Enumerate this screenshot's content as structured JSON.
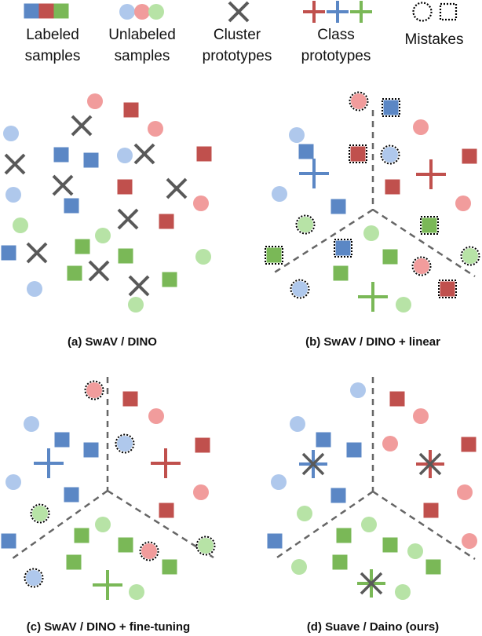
{
  "colors": {
    "blue": "#5b87c5",
    "red": "#c0504d",
    "green": "#7ab857",
    "blue_light": "#afc8ec",
    "red_light": "#f19c9c",
    "green_light": "#b7e3a6",
    "cluster": "#595959",
    "separator": "#666666",
    "mistake_outline": "#000000"
  },
  "legend": {
    "labeled": [
      "Labeled",
      "samples"
    ],
    "unlabeled": [
      "Unlabeled",
      "samples"
    ],
    "cluster": [
      "Cluster",
      "prototypes"
    ],
    "class": [
      "Class",
      "prototypes"
    ],
    "mistakes": "Mistakes"
  },
  "captions": {
    "a": "(a) SwAV / DINO",
    "b": "(b) SwAV / DINO + linear",
    "c": "(c) SwAV / DINO + fine-tuning",
    "d": "(d) Suave / Daino (ours)"
  },
  "panels": {
    "a": {
      "separator": false,
      "prototype_style": "none",
      "show_clusters": true,
      "mistakes": 0
    },
    "b": {
      "separator": true,
      "prototype_style": "plus",
      "show_clusters": false,
      "mistakes": 12
    },
    "c": {
      "separator": true,
      "prototype_style": "plus",
      "show_clusters": false,
      "mistakes": 6
    },
    "d": {
      "separator": true,
      "prototype_style": "star",
      "show_clusters": false,
      "mistakes": 0
    }
  }
}
